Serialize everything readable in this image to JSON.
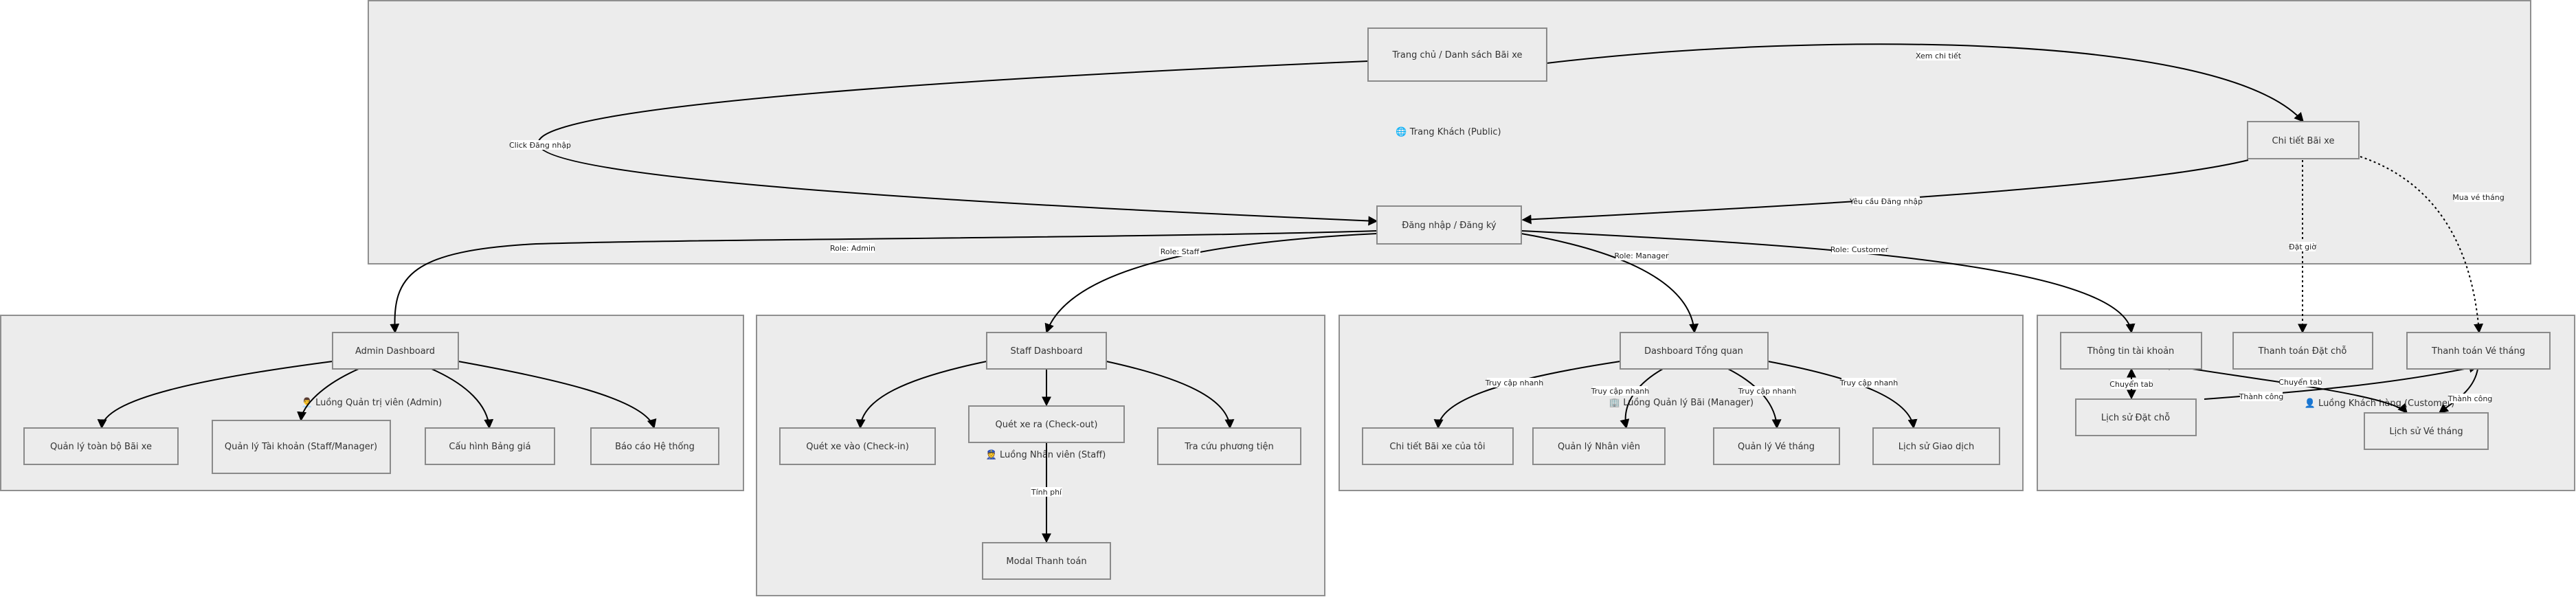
{
  "clusters": {
    "public": "🌐 Trang Khách (Public)",
    "admin": "👨‍💼 Luồng Quản trị viên (Admin)",
    "staff": "👮 Luồng Nhân viên (Staff)",
    "manager": "🏢 Luồng Quản lý Bãi (Manager)",
    "customer": "👤 Luồng Khách hàng (Customer)"
  },
  "nodes": {
    "home": "Trang chủ / Danh sách Bãi xe",
    "detail": "Chi tiết Bãi xe",
    "login": "Đăng nhập / Đăng ký",
    "admin_dash": "Admin Dashboard",
    "admin_lots": "Quản lý toàn bộ Bãi xe",
    "admin_accounts": "Quản lý Tài khoản (Staff/Manager)",
    "admin_price": "Cấu hình Bảng giá",
    "admin_report": "Báo cáo Hệ thống",
    "staff_dash": "Staff Dashboard",
    "checkin": "Quét xe vào (Check-in)",
    "checkout": "Quét xe ra (Check-out)",
    "lookup": "Tra cứu phương tiện",
    "payment_modal": "Modal Thanh toán",
    "mgr_dash": "Dashboard Tổng quan",
    "mgr_lot": "Chi tiết Bãi xe của tôi",
    "mgr_staff": "Quản lý Nhân viên",
    "mgr_monthly": "Quản lý Vé tháng",
    "mgr_tx": "Lịch sử Giao dịch",
    "cust_account": "Thông tin tài khoản",
    "cust_pay_booking": "Thanh toán Đặt chỗ",
    "cust_pay_monthly": "Thanh toán Vé tháng",
    "cust_booking_hist": "Lịch sử Đặt chỗ",
    "cust_monthly_hist": "Lịch sử Vé tháng"
  },
  "edge_labels": {
    "view_detail": "Xem chi tiết",
    "click_login": "Click Đăng nhập",
    "require_login": "Yêu cầu Đăng nhập",
    "book": "Đặt giờ",
    "buy_monthly": "Mua vé tháng",
    "role_admin": "Role: Admin",
    "role_staff": "Role: Staff",
    "role_manager": "Role: Manager",
    "role_customer": "Role: Customer",
    "fee": "Tính phí",
    "quick_access_1": "Truy cập nhanh",
    "quick_access_2": "Truy cập nhanh",
    "quick_access_3": "Truy cập nhanh",
    "quick_access_4": "Truy cập nhanh",
    "switch_tab_1": "Chuyển tab",
    "switch_tab_2": "Chuyển tab",
    "success_1": "Thành công",
    "success_2": "Thành công"
  }
}
